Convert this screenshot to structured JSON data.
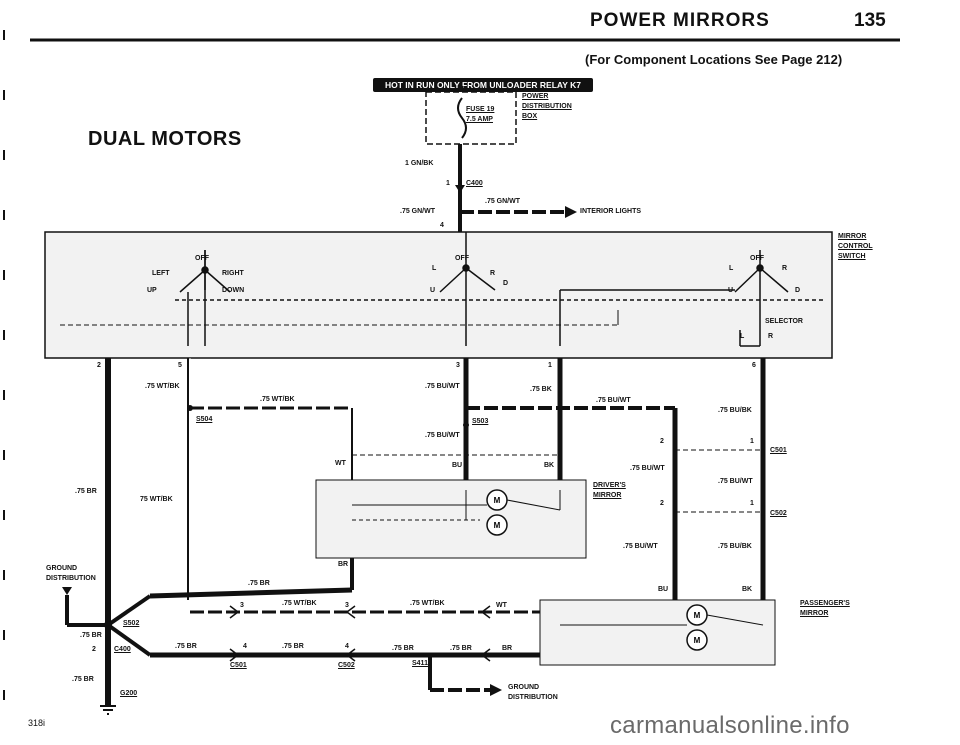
{
  "header": {
    "title": "POWER MIRRORS",
    "page_number": "135",
    "subtitle": "(For Component Locations See Page 212)"
  },
  "diagram_title": "DUAL MOTORS",
  "banner": "HOT IN RUN ONLY FROM UNLOADER RELAY K7",
  "components": {
    "fuse": "FUSE 19",
    "fuse_rating": "7.5 AMP",
    "power_box": [
      "POWER",
      "DISTRIBUTION",
      "BOX"
    ],
    "mirror_switch": [
      "MIRROR",
      "CONTROL",
      "SWITCH"
    ],
    "drivers_mirror": [
      "DRIVER'S",
      "MIRROR"
    ],
    "passengers_mirror": [
      "PASSENGER'S",
      "MIRROR"
    ],
    "interior_lights": "INTERIOR LIGHTS",
    "ground_left": [
      "GROUND",
      "DISTRIBUTION"
    ],
    "ground_bottom": [
      "GROUND",
      "DISTRIBUTION"
    ]
  },
  "switch_labels": {
    "off": "OFF",
    "left": "LEFT",
    "right": "RIGHT",
    "up": "UP",
    "down": "DOWN",
    "selector": "SELECTOR",
    "l": "L",
    "r": "R",
    "u": "U",
    "d": "D"
  },
  "connectors": {
    "c400": "C400",
    "c501": "C501",
    "c502": "C502",
    "s502": "S502",
    "s503": "S503",
    "s504": "S504",
    "s411": "S411",
    "g200": "G200"
  },
  "wires": {
    "gnbk": "1 GN/BK",
    "gnwt": ".75 GN/WT",
    "wtbk": ".75 WT/BK",
    "wtbk2": "75 WT/BK",
    "buwt": ".75 BU/WT",
    "bubk": ".75 BU/BK",
    "bk": ".75 BK",
    "br": ".75 BR",
    "wt": "WT",
    "bu": "BU",
    "blk": "BK",
    "brn": "BR"
  },
  "pins": {
    "p1": "1",
    "p2": "2",
    "p3": "3",
    "p4": "4",
    "p5": "5",
    "p6": "6"
  },
  "footer": {
    "code": "318i",
    "watermark": "carmanualsonline.info"
  }
}
